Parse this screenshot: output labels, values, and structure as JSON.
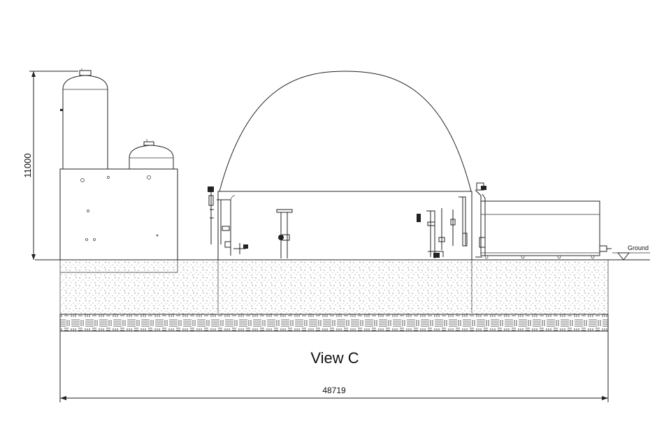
{
  "drawing": {
    "view_title": "View C",
    "height_dimension": "11000",
    "width_dimension": "48719",
    "ground_label": "Ground"
  },
  "colors": {
    "line": "#222222",
    "background": "#ffffff",
    "gravel_dot": "#555555"
  }
}
